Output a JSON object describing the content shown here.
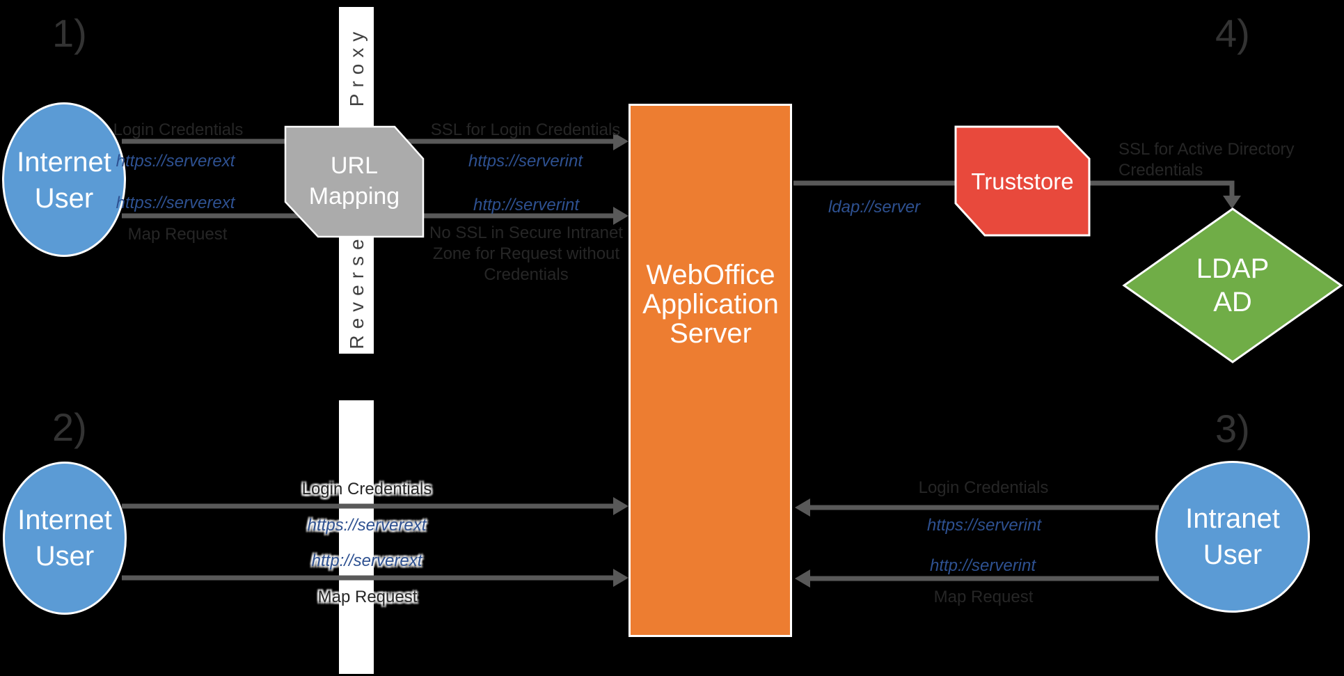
{
  "title": "Reverse proxy URL mapping architecture diagram",
  "colors": {
    "bg": "#000000",
    "white": "#ffffff",
    "blue": "#5b9bd5",
    "orange": "#ed7d31",
    "gray": "#ababab",
    "red": "#e8493c",
    "green": "#70ad47",
    "line": "#595959",
    "dark": "#262626",
    "url": "#2e5191",
    "num": "#333333",
    "vtext": "#414141"
  },
  "section_numbers": {
    "one": "1)",
    "two": "2)",
    "three": "3)",
    "four": "4)"
  },
  "reverse_proxy_bar": {
    "top_word": "Proxy",
    "bottom_word": "Reverse"
  },
  "nodes": {
    "internet_user_top": {
      "line1": "Internet",
      "line2": "User"
    },
    "internet_user_bottom": {
      "line1": "Internet",
      "line2": "User"
    },
    "intranet_user": {
      "line1": "Intranet",
      "line2": "User"
    },
    "url_mapping": {
      "line1": "URL",
      "line2": "Mapping"
    },
    "app_server": {
      "line1": "WebOffice",
      "line2": "Application",
      "line3": "Server"
    },
    "truststore": {
      "label": "Truststore"
    },
    "ldap_ad": {
      "line1": "LDAP",
      "line2": "AD"
    }
  },
  "flows": {
    "s1_left_line1_above": "Login Credentials",
    "s1_left_line1_below": "https://serverext",
    "s1_left_line2_above": "https://serverext",
    "s1_left_line2_below": "Map Request",
    "s1_right_line1_above": "SSL for Login Credentials",
    "s1_right_line1_below": "https://serverint",
    "s1_right_line2_above": "http://serverint",
    "s1_right_line2_below_l1": "No SSL in Secure Intranet",
    "s1_right_line2_below_l2": "Zone for Request without",
    "s1_right_line2_below_l3": "Credentials",
    "ldap_url": "ldap://server",
    "ad_ssl_l1": "SSL for Active Directory",
    "ad_ssl_l2": "Credentials",
    "s2_line1_above": "Login Credentials",
    "s2_line1_below": "https://serverext",
    "s2_line2_above": "http://serverext",
    "s2_line2_below": "Map Request",
    "s3_line1_above": "Login Credentials",
    "s3_line1_below": "https://serverint",
    "s3_line2_above": "http://serverint",
    "s3_line2_below": "Map Request"
  }
}
